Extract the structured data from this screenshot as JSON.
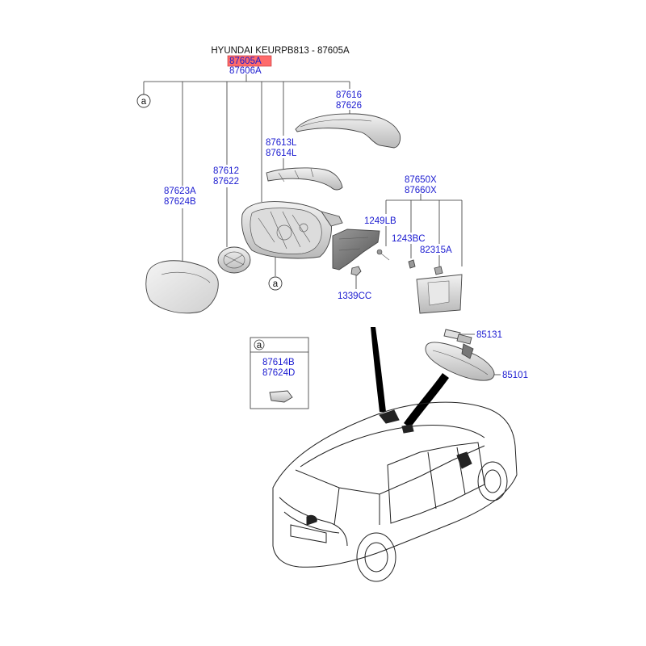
{
  "diagram": {
    "title": "HYUNDAI KEURPB813 - 87605A",
    "highlight_part": "87605A",
    "assembly_part_2": "87606A",
    "callout_letter": "a",
    "labels": {
      "cover_1": "87616",
      "cover_2": "87626",
      "garnish_1": "87613L",
      "garnish_2": "87614L",
      "actuator_1": "87612",
      "actuator_2": "87622",
      "glass_1": "87623A",
      "glass_2": "87624B",
      "bracket_1": "87650X",
      "bracket_2": "87660X",
      "screw_1249": "1249LB",
      "screw_1243": "1243BC",
      "clip_82315": "82315A",
      "nut_1339": "1339CC",
      "inset_1": "87614B",
      "inset_2": "87624D",
      "inner_cap": "85131",
      "inner_mirror": "85101"
    }
  },
  "colors": {
    "label": "#1a1ad0",
    "highlight": "#ff6b6b",
    "line": "#333333"
  }
}
